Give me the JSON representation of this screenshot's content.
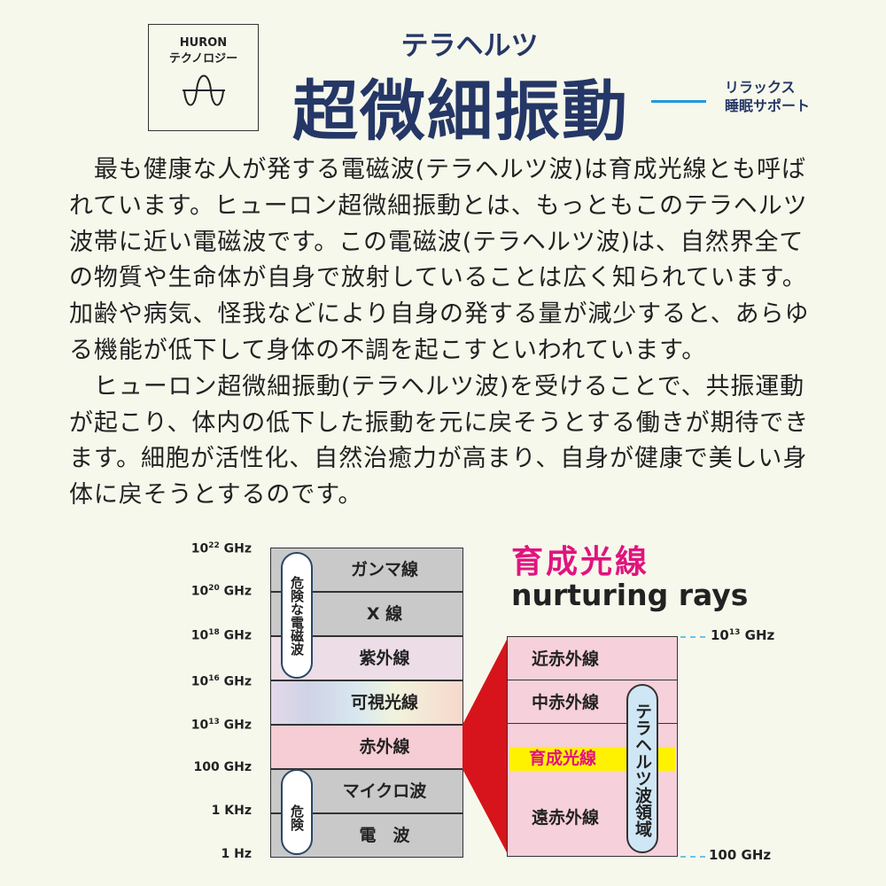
{
  "logo": {
    "line1": "HURON",
    "line2": "テクノロジー"
  },
  "header": {
    "subtitle": "テラヘルツ",
    "title": "超微細振動",
    "tagline1": "リラックス",
    "tagline2": "睡眠サポート",
    "accent": "#1e9be0",
    "navy": "#253766"
  },
  "paragraph": [
    "　最も健康な人が発する電磁波(テラヘルツ波)は育成光線とも呼ば",
    "れています。ヒューロン超微細振動とは、もっともこのテラヘルツ",
    "波帯に近い電磁波です。この電磁波(テラヘルツ波)は、自然界全て",
    "の物質や生命体が自身で放射していることは広く知られています。",
    "加齢や病気、怪我などにより自身の発する量が減少すると、あらゆ",
    "る機能が低下して身体の不調を起こすといわれています。",
    "　ヒューロン超微細振動(テラヘルツ波)を受けることで、共振運動",
    "が起こり、体内の低下した振動を元に戻そうとする働きが期待でき",
    "ます。細胞が活性化、自然治癒力が高まり、自身が健康で美しい身",
    "体に戻そうとするのです。"
  ],
  "spectrum": {
    "freqs": [
      {
        "base": "10",
        "exp": "22",
        "unit": " GHz"
      },
      {
        "base": "10",
        "exp": "20",
        "unit": " GHz"
      },
      {
        "base": "10",
        "exp": "18",
        "unit": " GHz"
      },
      {
        "base": "10",
        "exp": "16",
        "unit": " GHz"
      },
      {
        "base": "10",
        "exp": "13",
        "unit": " GHz"
      },
      {
        "base": "100 GHz",
        "exp": "",
        "unit": ""
      },
      {
        "base": "1 KHz",
        "exp": "",
        "unit": ""
      },
      {
        "base": "1 Hz",
        "exp": "",
        "unit": ""
      }
    ],
    "bands": [
      "ガンマ線",
      "X 線",
      "紫外線",
      "可視光線",
      "赤外線",
      "マイクロ波",
      "電　波"
    ],
    "danger_em": "危険な電磁波",
    "danger": "危険"
  },
  "nurturing": {
    "title": "育成光線",
    "subtitle": "nurturing rays",
    "bands": [
      "近赤外線",
      "中赤外線",
      "遠赤外線"
    ],
    "highlight": "育成光線",
    "terahertz": "テラヘルツ波領域",
    "top_freq": {
      "base": "10",
      "exp": "13",
      "unit": " GHz"
    },
    "bottom_freq": "100 GHz",
    "magenta": "#e0147f"
  }
}
